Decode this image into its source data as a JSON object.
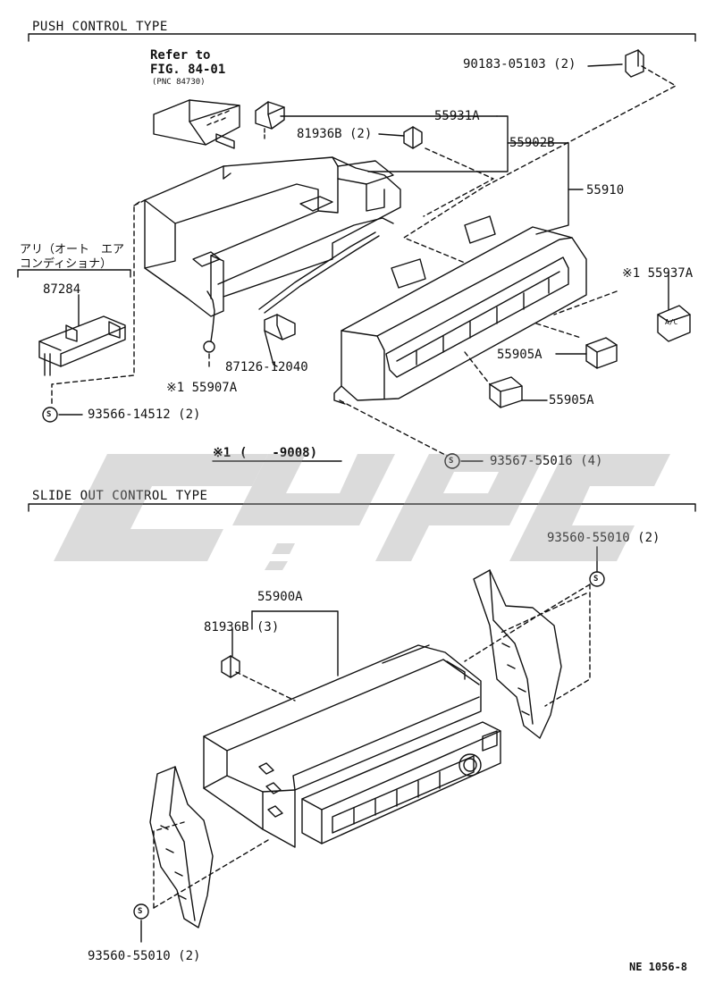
{
  "sections": {
    "push_title": "PUSH CONTROL TYPE",
    "slide_title": "SLIDE OUT CONTROL TYPE"
  },
  "refer": {
    "line1": "Refer to",
    "line2": "FIG. 84-01",
    "line3": "(PNC 84730)"
  },
  "japanese_note": {
    "line1": "アリ（オート　エア",
    "line2": "コンディショナ）"
  },
  "footnote": {
    "mark": "※1",
    "range": "(　　-9008)"
  },
  "part_labels": {
    "p90183": "90183-05103 (2)",
    "p55931A": "55931A",
    "p81936B_2": "81936B (2)",
    "p55902B": "55902B",
    "p55910": "55910",
    "p55937A": "※1 55937A",
    "p87284": "87284",
    "p55905A_1": "55905A",
    "p55905A_2": "55905A",
    "p87126": "87126-12040",
    "p55907A": "※1 55907A",
    "p93566": "93566-14512 (2)",
    "p93567": "93567-55016 (4)",
    "p93560_top": "93560-55010 (2)",
    "p55900A": "55900A",
    "p81936B_3": "81936B (3)",
    "p93560_bottom": "93560-55010 (2)"
  },
  "screw_symbol": "S",
  "ac_button_text": "A/C",
  "footer_code": "NE 1056-8",
  "colors": {
    "ink": "#111111",
    "watermark": "#9a9a9a"
  }
}
